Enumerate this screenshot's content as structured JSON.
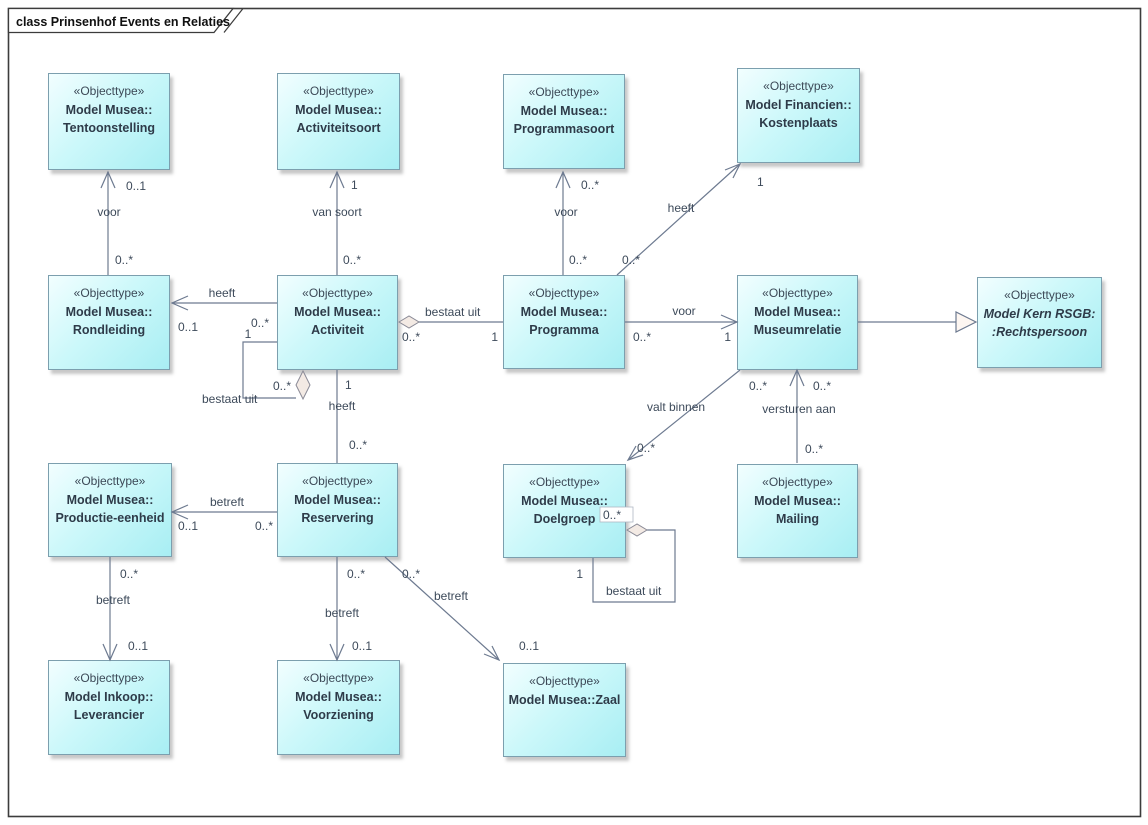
{
  "title": "class Prinsenhof Events en Relaties",
  "colors": {
    "node_fill_top": "#f2feff",
    "node_fill_bottom": "#a8eef3",
    "node_border": "#7c9fae",
    "line": "#6d7a90",
    "text": "#33404e"
  },
  "nodes": [
    {
      "stereotype": "«Objecttype»",
      "line1": "Model Musea::",
      "line2": "Tentoonstelling"
    },
    {
      "stereotype": "«Objecttype»",
      "line1": "Model Musea::",
      "line2": "Activiteitsoort"
    },
    {
      "stereotype": "«Objecttype»",
      "line1": "Model Musea::",
      "line2": "Programmasoort"
    },
    {
      "stereotype": "«Objecttype»",
      "line1": "Model Financien::",
      "line2": "Kostenplaats"
    },
    {
      "stereotype": "«Objecttype»",
      "line1": "Model Musea::",
      "line2": "Rondleiding"
    },
    {
      "stereotype": "«Objecttype»",
      "line1": "Model Musea::",
      "line2": "Activiteit"
    },
    {
      "stereotype": "«Objecttype»",
      "line1": "Model Musea::",
      "line2": "Programma"
    },
    {
      "stereotype": "«Objecttype»",
      "line1": "Model Musea::",
      "line2": "Museumrelatie"
    },
    {
      "stereotype": "«Objecttype»",
      "line1": "Model Kern RSGB:",
      "line2": ":Rechtspersoon"
    },
    {
      "stereotype": "«Objecttype»",
      "line1": "Model Musea::",
      "line2": "Productie-eenheid"
    },
    {
      "stereotype": "«Objecttype»",
      "line1": "Model Musea::",
      "line2": "Reservering"
    },
    {
      "stereotype": "«Objecttype»",
      "line1": "Model Musea::",
      "line2": "Doelgroep"
    },
    {
      "stereotype": "«Objecttype»",
      "line1": "Model Musea::",
      "line2": "Mailing"
    },
    {
      "stereotype": "«Objecttype»",
      "line1": "Model Inkoop::",
      "line2": "Leverancier"
    },
    {
      "stereotype": "«Objecttype»",
      "line1": "Model Musea::",
      "line2": "Voorziening"
    },
    {
      "stereotype": "«Objecttype»",
      "line1": "Model Musea::Zaal",
      "line2": ""
    }
  ],
  "edges": [
    {
      "name": "voor-rondleiding-tentoonstelling",
      "label": "voor",
      "mult_target": "0..1",
      "mult_source": "0..*"
    },
    {
      "name": "van-soort-activiteit-activiteitsoort",
      "label": "van soort",
      "mult_target": "1",
      "mult_source": "0..*"
    },
    {
      "name": "voor-programma-programmasoort",
      "label": "voor",
      "mult_target": "0..*",
      "mult_source": "0..*"
    },
    {
      "name": "heeft-programma-kostenplaats",
      "label": "heeft",
      "mult_target": "1",
      "mult_source": "0..*"
    },
    {
      "name": "heeft-activiteit-rondleiding",
      "label": "heeft",
      "mult_target": "0..1",
      "mult_source": "0..*"
    },
    {
      "name": "bestaat-uit-activiteit-self",
      "label": "bestaat uit",
      "mult_target": "1",
      "mult_source": "0..*"
    },
    {
      "name": "bestaat-uit-programma-activiteit",
      "label": "bestaat uit",
      "mult_target": "1",
      "mult_source": "0..*"
    },
    {
      "name": "voor-programma-museumrelatie",
      "label": "voor",
      "mult_target": "1",
      "mult_source": "0..*"
    },
    {
      "name": "generalisatie-museumrelatie-rechtspersoon",
      "label": ""
    },
    {
      "name": "heeft-activiteit-reservering",
      "label": "heeft",
      "mult_source": "1",
      "mult_target": "0..*"
    },
    {
      "name": "betreft-reservering-productie-eenheid",
      "label": "betreft",
      "mult_target": "0..1",
      "mult_source": "0..*"
    },
    {
      "name": "betreft-productie-eenheid-leverancier",
      "label": "betreft",
      "mult_source": "0..*",
      "mult_target": "0..1"
    },
    {
      "name": "betreft-reservering-voorziening",
      "label": "betreft",
      "mult_source": "0..*",
      "mult_target": "0..1"
    },
    {
      "name": "betreft-reservering-zaal",
      "label": "betreft",
      "mult_source": "0..*",
      "mult_target": "0..1"
    },
    {
      "name": "valt-binnen-museumrelatie-doelgroep",
      "label": "valt binnen",
      "mult_source": "0..*",
      "mult_target": "0..*"
    },
    {
      "name": "versturen-aan-mailing-museumrelatie",
      "label": "versturen aan",
      "mult_source": "0..*",
      "mult_target": "0..*"
    },
    {
      "name": "bestaat-uit-doelgroep-self",
      "label": "bestaat uit",
      "mult_target": "1",
      "mult_source": "0..*"
    }
  ]
}
